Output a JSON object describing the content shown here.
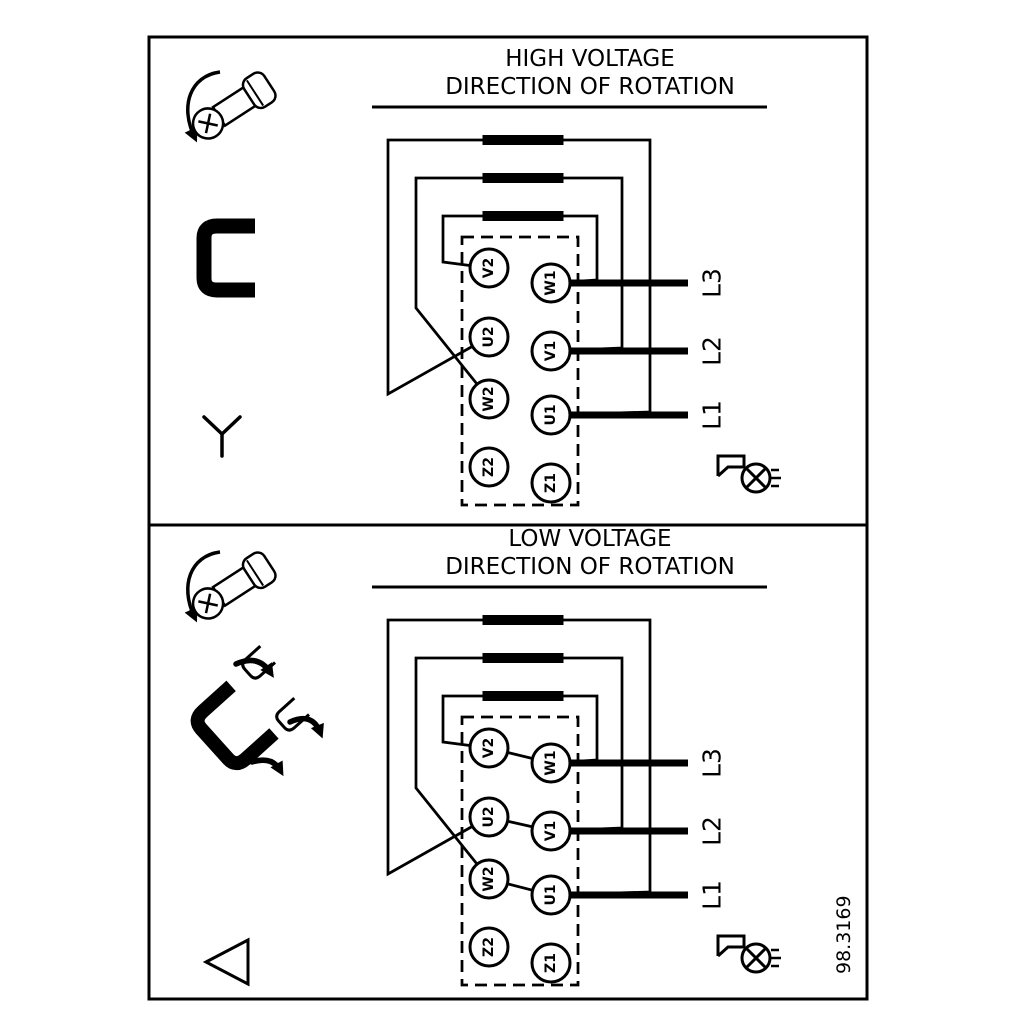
{
  "figure_number": "98.3169",
  "colors": {
    "ink": "#000000",
    "paper": "#ffffff"
  },
  "panels": [
    {
      "name": "high-voltage",
      "title_line1": "HIGH VOLTAGE",
      "title_line2": "DIRECTION OF ROTATION",
      "connection_symbol": "star",
      "terminals_left": [
        "V2",
        "U2",
        "W2",
        "Z2"
      ],
      "terminals_right": [
        "W1",
        "V1",
        "U1",
        "Z1"
      ],
      "supply_lines": [
        "L3",
        "L2",
        "L1"
      ]
    },
    {
      "name": "low-voltage",
      "title_line1": "LOW VOLTAGE",
      "title_line2": "DIRECTION OF ROTATION",
      "connection_symbol": "delta",
      "terminals_left": [
        "V2",
        "U2",
        "W2",
        "Z2"
      ],
      "terminals_right": [
        "W1",
        "V1",
        "U1",
        "Z1"
      ],
      "supply_lines": [
        "L3",
        "L2",
        "L1"
      ]
    }
  ],
  "icons": {
    "screw": "screw-rotation-icon",
    "jumper": "jumper-bridge-icon",
    "jumper_move": "jumper-reposition-icon",
    "star": "star-connection-symbol",
    "delta": "delta-connection-symbol",
    "ground": "ground-screw-icon"
  }
}
